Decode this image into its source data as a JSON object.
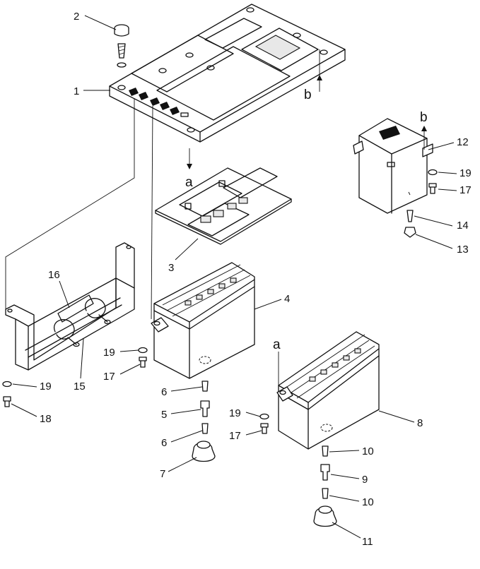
{
  "labels": {
    "p1": "1",
    "p2": "2",
    "p3": "3",
    "p4": "4",
    "p5": "5",
    "p6a": "6",
    "p6b": "6",
    "p7": "7",
    "p8": "8",
    "p9": "9",
    "p10a": "10",
    "p10b": "10",
    "p11": "11",
    "p12": "12",
    "p13": "13",
    "p14": "14",
    "p15": "15",
    "p16": "16",
    "p17a": "17",
    "p17b": "17",
    "p17c": "17",
    "p18": "18",
    "p19a": "19",
    "p19b": "19",
    "p19c": "19",
    "p19d": "19"
  },
  "refs": {
    "a1": "a",
    "a2": "a",
    "b1": "b",
    "b2": "b"
  }
}
